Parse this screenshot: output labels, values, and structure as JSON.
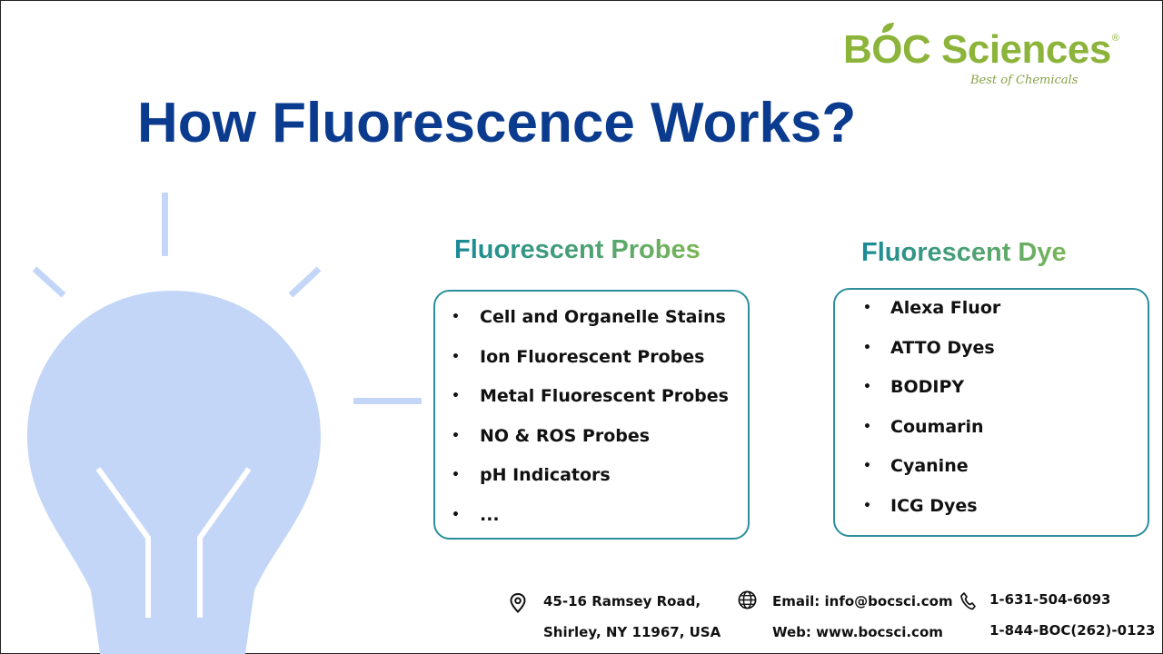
{
  "logo": {
    "brand_prefix": "B",
    "brand_o": "O",
    "brand_suffix": "C Sciences",
    "registered": "®",
    "tagline": "Best of Chemicals"
  },
  "title": "How Fluorescence Works?",
  "probes": {
    "heading": "Fluorescent Probes",
    "bullet": "•",
    "items": [
      "Cell and Organelle Stains",
      "Ion Fluorescent Probes",
      "Metal Fluorescent Probes",
      "NO & ROS Probes",
      "pH Indicators",
      "..."
    ]
  },
  "dyes": {
    "heading": "Fluorescent Dye",
    "bullet": "•",
    "items": [
      "Alexa Fluor",
      "ATTO Dyes",
      "BODIPY",
      "Coumarin",
      "Cyanine",
      "ICG Dyes"
    ]
  },
  "contact": {
    "address_line1": "45-16 Ramsey Road,",
    "address_line2": "Shirley, NY 11967, USA",
    "email": "Email: info@bocsci.com",
    "web": "Web: www.bocsci.com",
    "phone1": "1-631-504-6093",
    "phone2": "1-844-BOC(262)-0123",
    "icons": [
      "location-icon",
      "globe-icon",
      "phone-icon"
    ]
  },
  "colors": {
    "title": "#0b3b8e",
    "logo_green": "#8cb43b",
    "card_border": "#2b8e9a",
    "heading_start": "#1a8a96",
    "heading_end": "#7bb656",
    "bulb": "#c3d6f7"
  }
}
